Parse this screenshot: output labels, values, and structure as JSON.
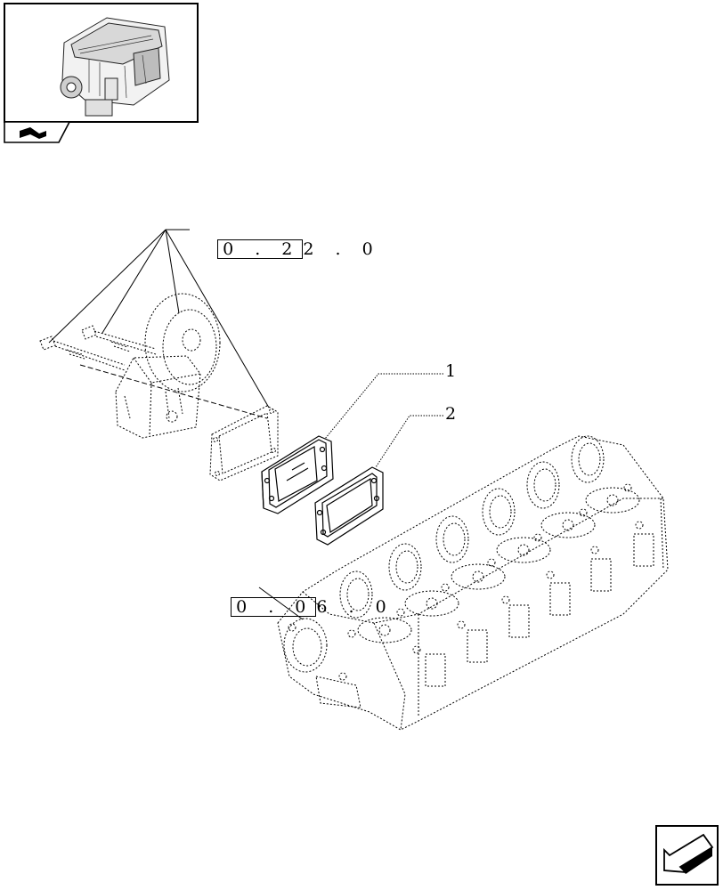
{
  "diagram": {
    "ref_top": {
      "boxed": "0 . 2",
      "rest": "2 . 0"
    },
    "ref_mid": {
      "boxed": "0 . 0",
      "rest": "6 . 0"
    },
    "callouts": [
      "1",
      "2"
    ]
  },
  "icons": {
    "thumbnail": "engine-thumbnail-icon",
    "tab": "book-arrow-icon",
    "nav": "next-page-arrow-icon"
  }
}
